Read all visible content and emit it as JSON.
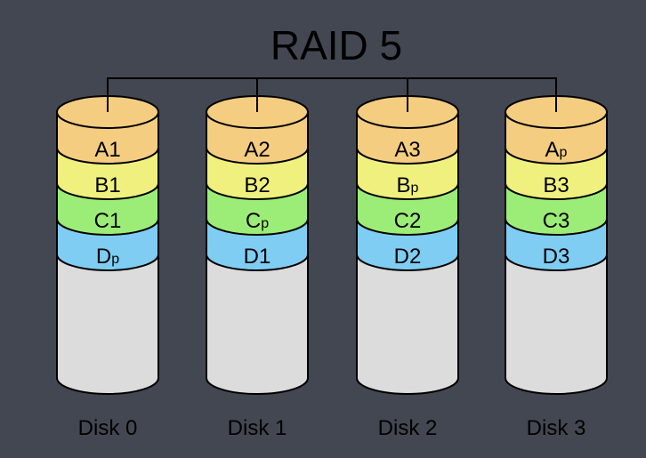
{
  "title": "RAID 5",
  "colors": {
    "background": "#434751",
    "stripe_a": "#f4cd81",
    "stripe_b": "#f0f07e",
    "stripe_c": "#9ced77",
    "stripe_d": "#7fcdf3",
    "empty": "#dcdcdc",
    "stroke": "#000000"
  },
  "disks": [
    {
      "label": "Disk 0",
      "blocks": [
        {
          "base": "A",
          "sub": "1"
        },
        {
          "base": "B",
          "sub": "1"
        },
        {
          "base": "C",
          "sub": "1"
        },
        {
          "base": "D",
          "sub": "p",
          "parity": true
        }
      ]
    },
    {
      "label": "Disk 1",
      "blocks": [
        {
          "base": "A",
          "sub": "2"
        },
        {
          "base": "B",
          "sub": "2"
        },
        {
          "base": "C",
          "sub": "p",
          "parity": true
        },
        {
          "base": "D",
          "sub": "1"
        }
      ]
    },
    {
      "label": "Disk 2",
      "blocks": [
        {
          "base": "A",
          "sub": "3"
        },
        {
          "base": "B",
          "sub": "p",
          "parity": true
        },
        {
          "base": "C",
          "sub": "2"
        },
        {
          "base": "D",
          "sub": "2"
        }
      ]
    },
    {
      "label": "Disk 3",
      "blocks": [
        {
          "base": "A",
          "sub": "p",
          "parity": true
        },
        {
          "base": "B",
          "sub": "3"
        },
        {
          "base": "C",
          "sub": "3"
        },
        {
          "base": "D",
          "sub": "3"
        }
      ]
    }
  ]
}
